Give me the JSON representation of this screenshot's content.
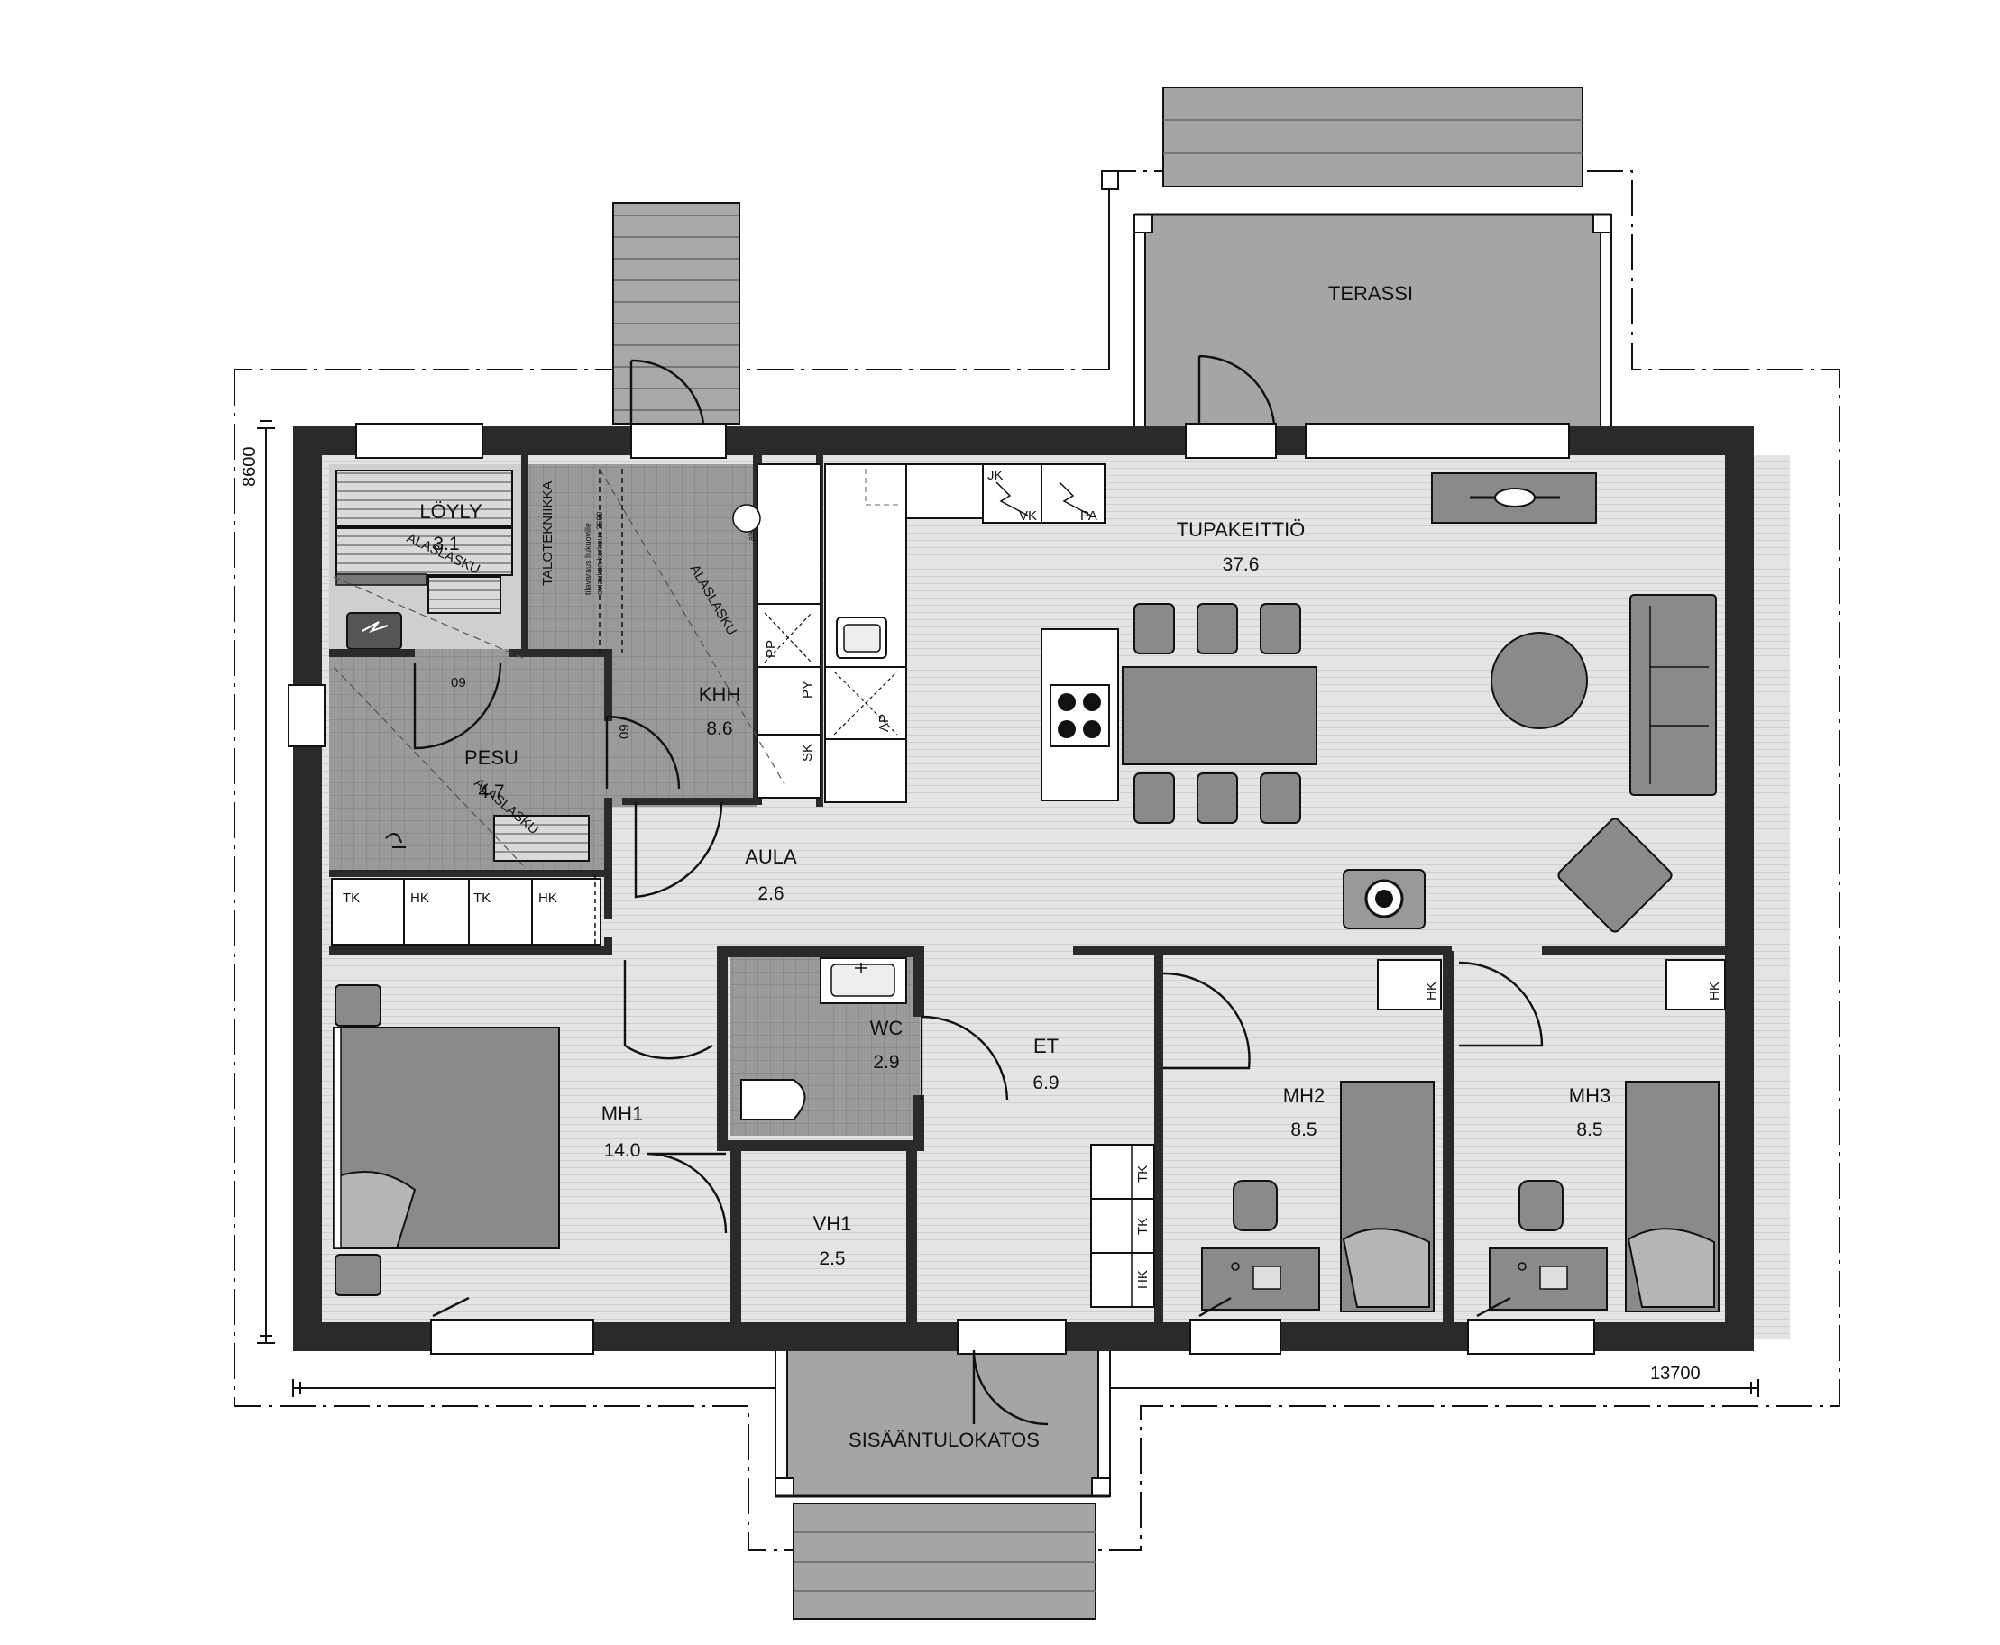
{
  "plan": {
    "rooms": [
      {
        "name": "LÖYLY",
        "area": "3.1"
      },
      {
        "name": "PESU",
        "area": "4.7"
      },
      {
        "name": "KHH",
        "area": "8.6"
      },
      {
        "name": "TUPAKEITTIÖ",
        "area": "37.6"
      },
      {
        "name": "AULA",
        "area": "2.6"
      },
      {
        "name": "WC",
        "area": "2.9"
      },
      {
        "name": "ET",
        "area": "6.9"
      },
      {
        "name": "MH1",
        "area": "14.0"
      },
      {
        "name": "VH1",
        "area": "2.5"
      },
      {
        "name": "MH2",
        "area": "8.5"
      },
      {
        "name": "MH3",
        "area": "8.5"
      }
    ],
    "outdoor": {
      "terrace": "TERASSI",
      "entrance_canopy": "SISÄÄNTULOKATOS"
    },
    "dimensions": {
      "width": "13700",
      "depth": "8600"
    },
    "annotations": {
      "talotekniikka": "TALOTEKNIIKKA",
      "alaslasku": "ALASLASKU",
      "space_note_1": "tilavaraus liukuoville",
      "space_note_2": "oviaukon korkeus 2600",
      "alkatila": "alkatila",
      "door_width": "09"
    },
    "cabinet_codes": {
      "tk": "TK",
      "hk": "HK",
      "jk": "JK",
      "vk": "VK",
      "pa": "PA",
      "pp": "PP",
      "py": "PY",
      "sk": "SK",
      "ap": "AP"
    }
  }
}
